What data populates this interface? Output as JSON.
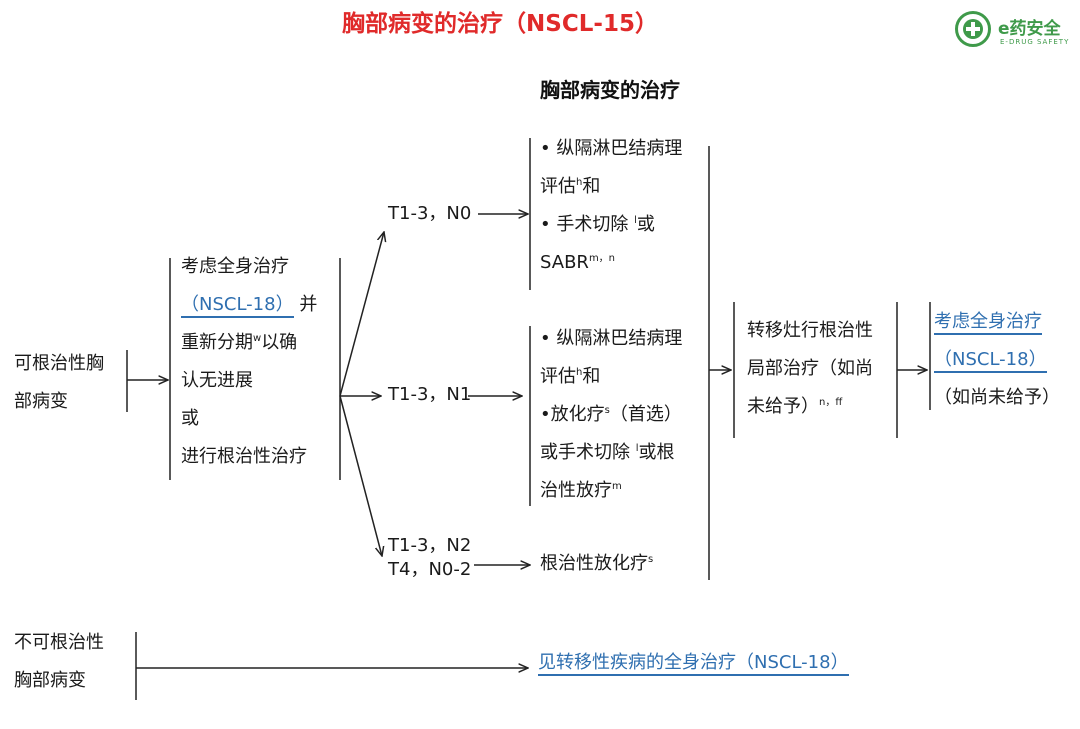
{
  "header": {
    "title": "胸部病变的治疗（NSCL-15）",
    "logo_text": "e药安全",
    "logo_subtext": "E-DRUG SAFETY"
  },
  "diagram": {
    "column_heading": "胸部病变的治疗",
    "curable": {
      "line1": "可根治性胸",
      "line2": "部病变"
    },
    "consider": {
      "line1": "考虑全身治疗",
      "link": "（NSCL-18）",
      "and": "并",
      "line3_pre": "重新分期",
      "line3_sup": "w",
      "line3_post": "以确",
      "line4": "认无进展",
      "line5": "或",
      "line6": "进行根治性治疗"
    },
    "stage_n0": "T1-3，N0",
    "stage_n1": "T1-3，N1",
    "stage_n2_line1": "T1-3，N2",
    "stage_n2_line2": "T4，N0-2",
    "n0_treatment": {
      "l1": "• 纵隔淋巴结病理",
      "l2_pre": "评估",
      "l2_sup": "h",
      "l2_post": "和",
      "l3_pre": "• 手术切除 ",
      "l3_sup": "l",
      "l3_post": "或",
      "l4_pre": "SABR",
      "l4_sup": "m，n"
    },
    "n1_treatment": {
      "l1": "• 纵隔淋巴结病理",
      "l2_pre": "评估",
      "l2_sup": "h",
      "l2_post": "和",
      "l3_pre": "•放化疗",
      "l3_sup": "s",
      "l3_post": "（首选）",
      "l4_pre": "或手术切除 ",
      "l4_sup": "l",
      "l4_post": "或根",
      "l5_pre": "治性放疗",
      "l5_sup": "m"
    },
    "n2_treatment": {
      "pre": "根治性放化疗",
      "sup": "s"
    },
    "metastasis": {
      "l1": "转移灶行根治性",
      "l2": "局部治疗（如尚",
      "l3_pre": "未给予）",
      "l3_sup": "n，ff"
    },
    "final": {
      "link1": "考虑全身治疗",
      "link2": "（NSCL-18）",
      "note": "（如尚未给予）"
    },
    "incurable": {
      "line1": "不可根治性",
      "line2": "胸部病变",
      "link": "见转移性疾病的全身治疗（NSCL-18）"
    }
  }
}
